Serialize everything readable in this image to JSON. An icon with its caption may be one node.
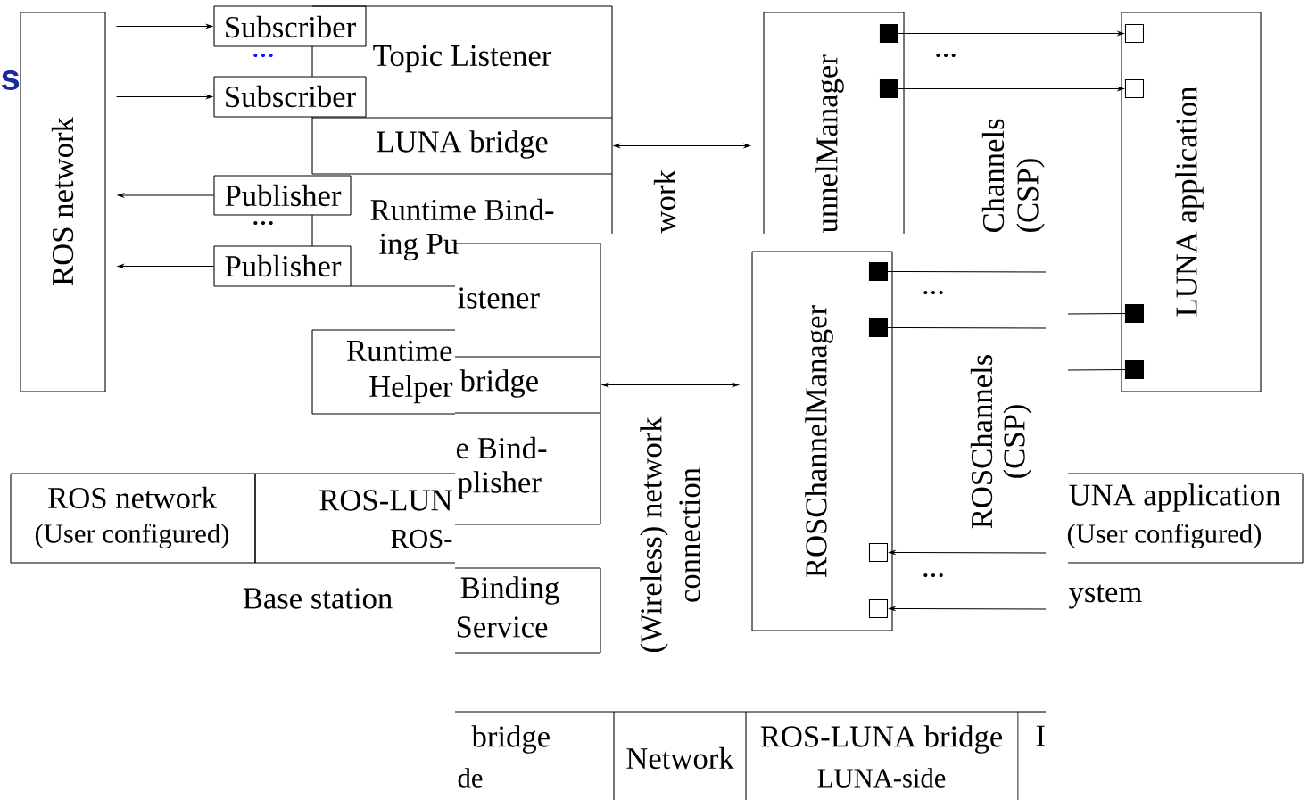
{
  "diagram": {
    "nodes": [
      {
        "text": [
          "ROS network"
        ]
      },
      {
        "text": [
          "Subscriber"
        ]
      },
      {
        "text": [
          "Subscriber"
        ]
      },
      {
        "text": [
          "Topic Listener"
        ]
      },
      {
        "text": [
          "LUNA bridge"
        ]
      },
      {
        "text": [
          "Publisher"
        ]
      },
      {
        "text": [
          "Publisher"
        ]
      },
      {
        "text": [
          "Runtime Bind-",
          "ing Pu"
        ]
      },
      {
        "text": [
          "Runtime Helper"
        ]
      },
      {
        "text": [
          "istener"
        ]
      },
      {
        "text": [
          "bridge"
        ]
      },
      {
        "text": [
          "e Bind-",
          "plisher"
        ]
      },
      {
        "text": [
          "Binding",
          "Service"
        ]
      },
      {
        "text": [
          "unnelManager"
        ]
      },
      {
        "text": [
          "LUNA application"
        ]
      },
      {
        "text": [
          "ROSChannelManager"
        ]
      },
      {
        "text": [],
        "shape": "block",
        "in": 13
      },
      {
        "text": [],
        "shape": "block",
        "in": 13
      },
      {
        "text": [],
        "shape": "box",
        "in": 14
      },
      {
        "text": [],
        "shape": "box",
        "in": 14
      },
      {
        "text": [],
        "shape": "block",
        "in": 15
      },
      {
        "text": [],
        "shape": "block",
        "in": 15
      },
      {
        "text": [],
        "shape": "box",
        "in": 15
      },
      {
        "text": [],
        "shape": "box",
        "in": 15
      },
      {
        "text": [],
        "shape": "block",
        "in": 14
      },
      {
        "text": [],
        "shape": "block",
        "in": 14
      },
      {
        "text": [
          "ROS network",
          "(User configured)"
        ]
      },
      {
        "text": [
          "ROS-LUN",
          "ROS-"
        ]
      },
      {
        "text": [
          "UNA application",
          "(User configured)"
        ]
      },
      {
        "text": [
          "bridge",
          "de"
        ]
      },
      {
        "text": [
          "Network"
        ]
      },
      {
        "text": [
          "ROS-LUNA bridge",
          "LUNA-side"
        ]
      },
      {
        "text": [
          "I"
        ]
      }
    ],
    "edges": [
      {
        "from": 0,
        "to": 1,
        "arrow": "to"
      },
      {
        "from": 0,
        "to": 2,
        "arrow": "to"
      },
      {
        "from": 5,
        "to": 0,
        "arrow": "to"
      },
      {
        "from": 6,
        "to": 0,
        "arrow": "to"
      },
      {
        "from": 4,
        "to": 13,
        "arrow": "both"
      },
      {
        "from": 10,
        "to": 15,
        "arrow": "both"
      },
      {
        "from": 16,
        "to": 18,
        "arrow": "to"
      },
      {
        "from": 17,
        "to": 19,
        "arrow": "to"
      },
      {
        "from": 20,
        "to": null,
        "arrow": "none"
      },
      {
        "from": 21,
        "to": null,
        "arrow": "none"
      },
      {
        "from": null,
        "to": 24,
        "arrow": "none"
      },
      {
        "from": null,
        "to": 25,
        "arrow": "none"
      },
      {
        "from": null,
        "to": 22,
        "arrow": "to"
      },
      {
        "from": null,
        "to": 23,
        "arrow": "to"
      }
    ],
    "labels": [
      "s",
      "...",
      "...",
      "work",
      "...",
      "Channels",
      "(CSP)",
      "...",
      "ROSChannels",
      "(CSP)",
      "(Wireless) network",
      "connection",
      "...",
      "Base station",
      "ystem"
    ]
  }
}
